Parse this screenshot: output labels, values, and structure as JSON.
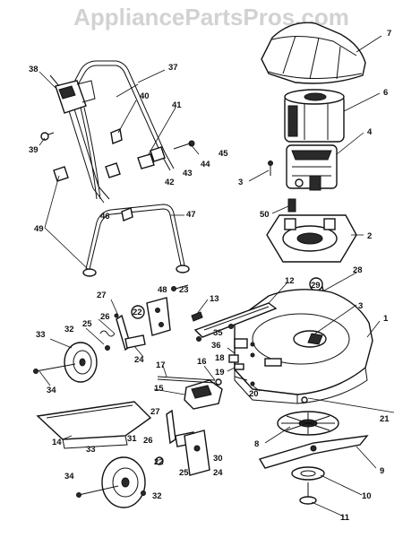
{
  "watermark": "AppliancePartsPros.com",
  "callouts": {
    "c1": "1",
    "c2": "2",
    "c3a": "3",
    "c3b": "3",
    "c4": "4",
    "c6": "6",
    "c7": "7",
    "c8": "8",
    "c9": "9",
    "c10": "10",
    "c11": "11",
    "c12": "12",
    "c13": "13",
    "c14": "14",
    "c15": "15",
    "c16": "16",
    "c17": "17",
    "c18": "18",
    "c19": "19",
    "c20": "20",
    "c21": "21",
    "c22a": "22",
    "c22b": "22",
    "c23": "23",
    "c24a": "24",
    "c24b": "24",
    "c25a": "25",
    "c25b": "25",
    "c26a": "26",
    "c26b": "26",
    "c27a": "27",
    "c27b": "27",
    "c28": "28",
    "c29": "29",
    "c30": "30",
    "c31": "31",
    "c32a": "32",
    "c32b": "32",
    "c33a": "33",
    "c33b": "33",
    "c34a": "34",
    "c34b": "34",
    "c35": "35",
    "c36": "36",
    "c37": "37",
    "c38": "38",
    "c39": "39",
    "c40": "40",
    "c41": "41",
    "c42": "42",
    "c43": "43",
    "c44": "44",
    "c45": "45",
    "c46": "46",
    "c47": "47",
    "c48": "48",
    "c49": "49",
    "c50": "50"
  }
}
